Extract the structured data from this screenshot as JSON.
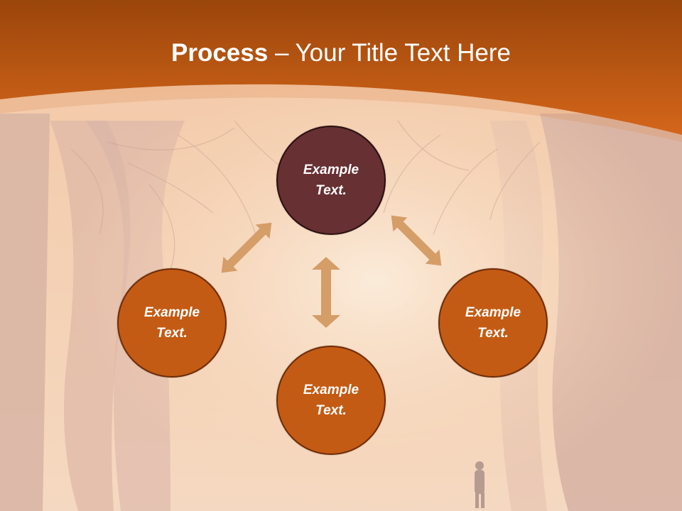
{
  "title": {
    "bold": "Process",
    "rest": " – Your Title Text Here"
  },
  "nodes": [
    {
      "label": "Example Text."
    },
    {
      "label": "Example Text."
    },
    {
      "label": "Example Text."
    },
    {
      "label": "Example Text."
    }
  ],
  "colors": {
    "header_band": "#c4560f",
    "top_node": "#673033",
    "other_nodes": "#c45b14",
    "arrows": "#d9a26a",
    "background_tint": "#f2c9a6"
  }
}
